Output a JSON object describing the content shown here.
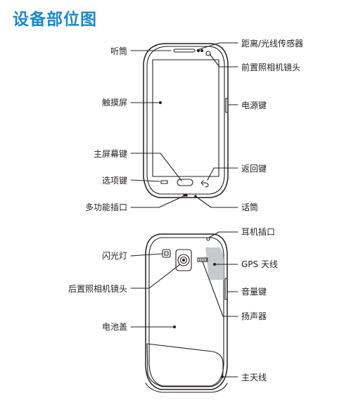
{
  "title": "设备部位图",
  "front_labels": {
    "earpiece": "听筒",
    "proximity_light_sensor": "距离/光线传感器",
    "front_camera": "前置照相机镜头",
    "touchscreen": "触摸屏",
    "power_key": "电源键",
    "home_key": "主屏幕键",
    "back_key": "返回键",
    "menu_key": "选项键",
    "multipurpose_jack": "多功能插口",
    "microphone": "话筒"
  },
  "back_labels": {
    "headset_jack": "耳机插口",
    "flash": "闪光灯",
    "gps_antenna": "GPS 天线",
    "rear_camera": "后置照相机镜头",
    "volume_key": "音量键",
    "speaker": "扬声器",
    "back_cover": "电池盖",
    "main_antenna": "主天线"
  },
  "colors": {
    "title": "#1a88c9",
    "line": "#231f20",
    "gps_shade": "#c8c9cb"
  }
}
